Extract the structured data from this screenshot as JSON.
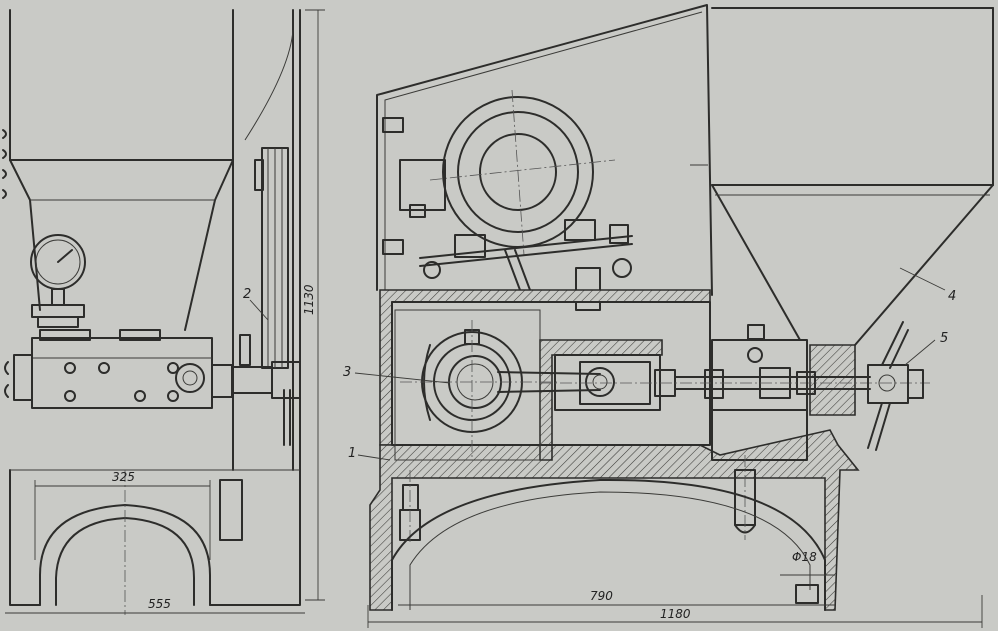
{
  "dimensions": {
    "height_total": "1130",
    "width_inner": "325",
    "width_side": "555",
    "width_frame": "790",
    "width_total": "1180",
    "diameter": "Φ18"
  },
  "callouts": {
    "c1": "1",
    "c2": "2",
    "c3": "3",
    "c4": "4",
    "c5": "5"
  },
  "colors": {
    "paper": "#c9cac6",
    "ink": "#2d2d2b"
  }
}
